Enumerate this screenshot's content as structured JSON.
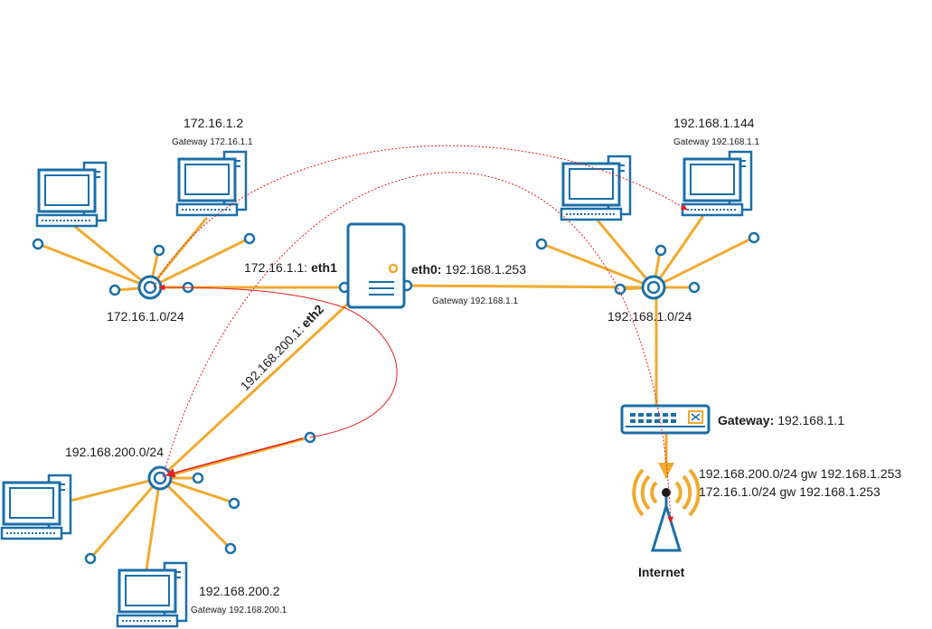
{
  "colors": {
    "link": "#F0AA30",
    "device": "#1B6FA8",
    "accent": "#F0AA30",
    "route_dotted": "#E02020",
    "route_solid": "#E02020",
    "signal": "#F0AA30"
  },
  "router": {
    "eth1_ip": "172.16.1.1:",
    "eth1_name": "eth1",
    "eth0_name": "eth0:",
    "eth0_ip": "192.168.1.253",
    "eth0_gateway": "Gateway 192.168.1.1",
    "eth2_ip": "192.168.200.1:",
    "eth2_name": "eth2"
  },
  "networks": {
    "left_top": {
      "subnet": "172.16.1.0/24"
    },
    "right_top": {
      "subnet": "192.168.1.0/24"
    },
    "bottom_left": {
      "subnet": "192.168.200.0/24"
    }
  },
  "hosts": {
    "h172": {
      "ip": "172.16.1.2",
      "gateway": "Gateway 172.16.1.1"
    },
    "h192": {
      "ip": "192.168.1.144",
      "gateway": "Gateway 192.168.1.1"
    },
    "h200": {
      "ip": "192.168.200.2",
      "gateway": "Gateway 192.168.200.1"
    }
  },
  "gateway_device": {
    "label": "Gateway:",
    "ip": "192.168.1.1"
  },
  "routes": [
    "192.168.200.0/24  gw 192.168.1.253",
    "172.16.1.0/24 gw 192.168.1.253"
  ],
  "internet": {
    "label": "Internet"
  },
  "icons": [
    "hub-icon",
    "computer-icon",
    "server-icon",
    "switch-icon",
    "antenna-icon"
  ]
}
